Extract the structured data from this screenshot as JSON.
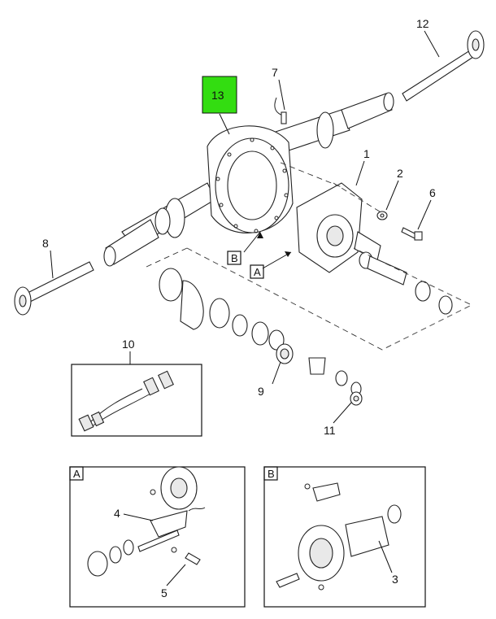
{
  "callouts": {
    "c1": "1",
    "c2": "2",
    "c3": "3",
    "c4": "4",
    "c5": "5",
    "c6": "6",
    "c7": "7",
    "c8": "8",
    "c9": "9",
    "c10": "10",
    "c11": "11",
    "c12": "12",
    "c13": "13"
  },
  "detail_refs": {
    "a": "A",
    "b": "B"
  },
  "detail_boxes": {
    "a": "A",
    "b": "B"
  },
  "highlight_color": "#33dd11",
  "footer": {
    "left": "",
    "right": ""
  }
}
